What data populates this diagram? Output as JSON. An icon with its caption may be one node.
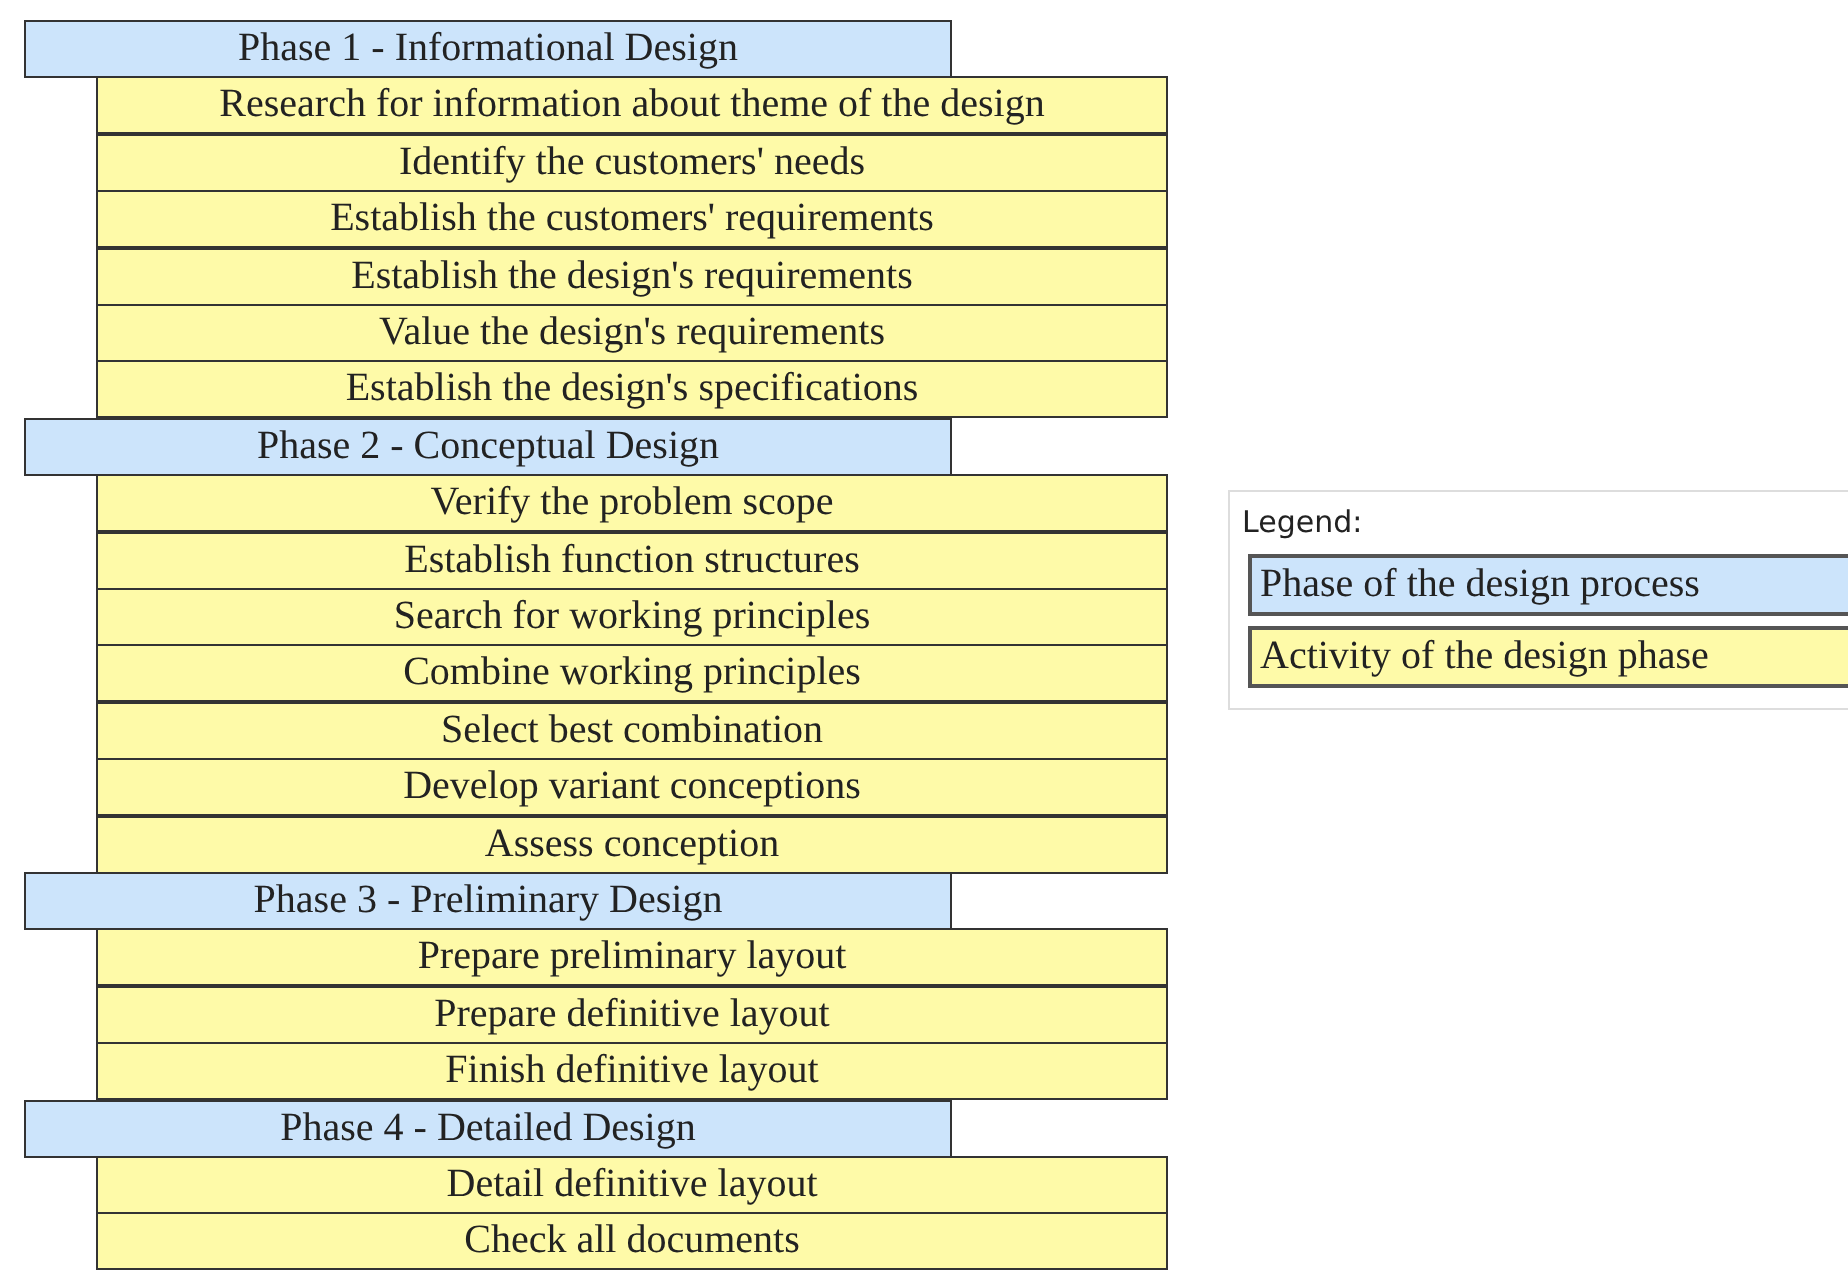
{
  "diagram": {
    "nodes": [
      {
        "text": [
          "Phase 1 - Informational Design"
        ]
      },
      {
        "text": [
          "Research for information about theme of the design"
        ]
      },
      {
        "text": [
          "Identify the customers' needs"
        ]
      },
      {
        "text": [
          "Establish the customers' requirements"
        ]
      },
      {
        "text": [
          "Establish the design's requirements"
        ]
      },
      {
        "text": [
          "Value the design's  requirements"
        ]
      },
      {
        "text": [
          "Establish the design's specifications"
        ]
      },
      {
        "text": [
          "Phase 2 - Conceptual Design"
        ]
      },
      {
        "text": [
          "Verify the problem scope"
        ]
      },
      {
        "text": [
          "Establish function structures"
        ]
      },
      {
        "text": [
          "Search for working principles"
        ]
      },
      {
        "text": [
          "Combine working principles"
        ]
      },
      {
        "text": [
          "Select best combination"
        ]
      },
      {
        "text": [
          "Develop variant conceptions"
        ]
      },
      {
        "text": [
          "Assess conception"
        ]
      },
      {
        "text": [
          "Phase 3 - Preliminary Design"
        ]
      },
      {
        "text": [
          "Prepare preliminary layout"
        ]
      },
      {
        "text": [
          "Prepare definitive layout"
        ]
      },
      {
        "text": [
          "Finish definitive layout"
        ]
      },
      {
        "text": [
          "Phase 4 - Detailed Design"
        ]
      },
      {
        "text": [
          "Detail definitive layout"
        ]
      },
      {
        "text": [
          "Check all documents"
        ]
      }
    ],
    "labels": [
      "Legend:"
    ],
    "legend": [
      {
        "text": "Phase of the design process",
        "color": "#cce4fb"
      },
      {
        "text": "Activity of the design phase",
        "color": "#fefaa8"
      }
    ]
  }
}
